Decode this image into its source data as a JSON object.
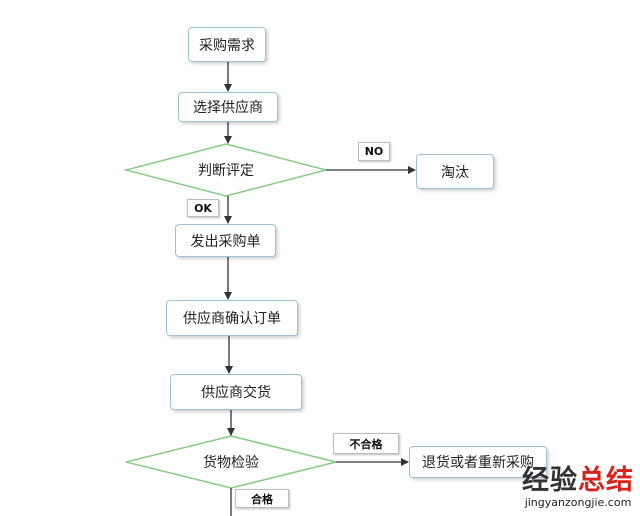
{
  "nodes": {
    "demand": "采购需求",
    "select_supplier": "选择供应商",
    "evaluate": "判断评定",
    "eliminate": "淘汰",
    "issue_po": "发出采购单",
    "supplier_confirm": "供应商确认订单",
    "supplier_deliver": "供应商交货",
    "inspect": "货物检验",
    "return_rebuy": "退货或者重新采购"
  },
  "edge_labels": {
    "no": "NO",
    "ok": "OK",
    "fail": "不合格",
    "pass": "合格"
  },
  "watermark": {
    "title_part1": "经验",
    "title_part2": "总结",
    "url": "jingyanzongjie.com"
  },
  "colors": {
    "box_border": "#9fc3d6",
    "diamond_border": "#86cc86",
    "arrow": "#333333",
    "watermark_red": "#d8231d"
  }
}
